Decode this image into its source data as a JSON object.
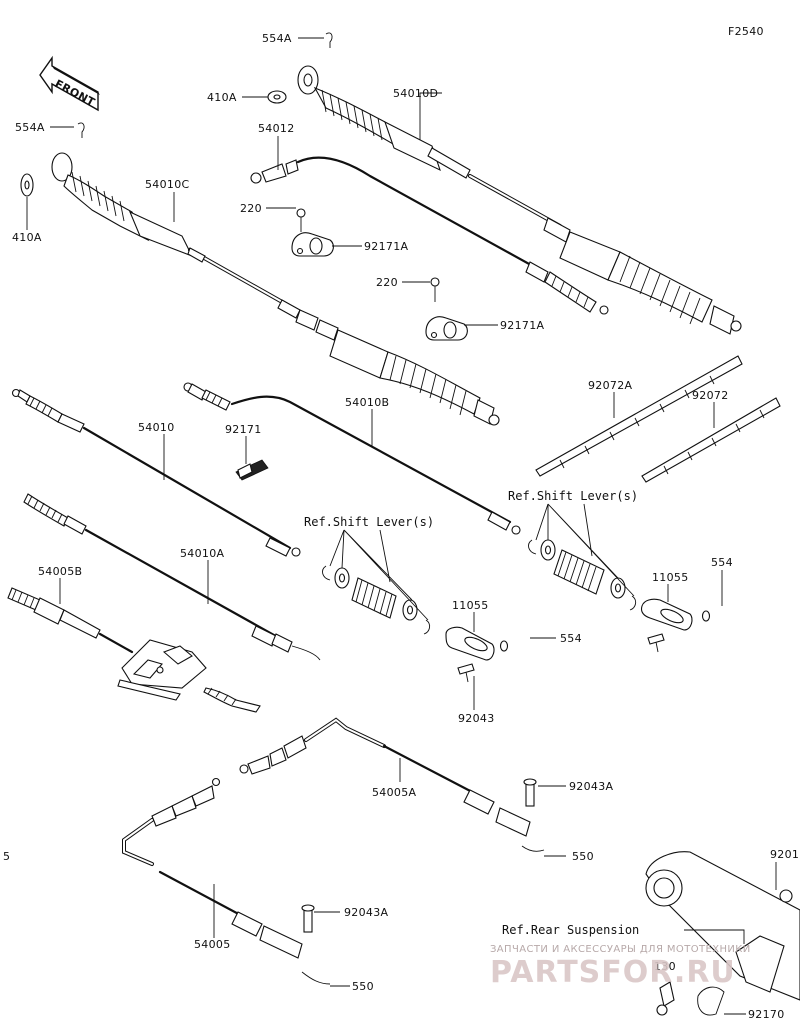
{
  "figure_code": "F2540",
  "front_label": "FRONT",
  "edge_number": "5",
  "watermark": {
    "line1": "ЗАПЧАСТИ И АКСЕССУАРЫ ДЛЯ МОТОТЕХНИКИ",
    "line2": "PARTSFOR.RU"
  },
  "references": {
    "shift_lever_right": "Ref.Shift Lever(s)",
    "shift_lever_left": "Ref.Shift Lever(s)",
    "rear_suspension": "Ref.Rear Suspension"
  },
  "callouts": {
    "c554A_top": "554A",
    "c410A_top": "410A",
    "c54010D": "54010D",
    "c54012": "54012",
    "c554A_left": "554A",
    "c410A_left": "410A",
    "c54010C": "54010C",
    "c220_a": "220",
    "c92171A_a": "92171A",
    "c220_b": "220",
    "c92171A_b": "92171A",
    "c92072A": "92072A",
    "c92072": "92072",
    "c54010": "54010",
    "c92171": "92171",
    "c54010B": "54010B",
    "c54010A": "54010A",
    "c54005B": "54005B",
    "c11055_left": "11055",
    "c554_left": "554",
    "c92043": "92043",
    "c11055_right": "11055",
    "c554_right": "554",
    "c54005A": "54005A",
    "c92043A_a": "92043A",
    "c550_a": "550",
    "c54005": "54005",
    "c92043A_b": "92043A",
    "c550_b": "550",
    "c9201": "9201",
    "c130": "130",
    "c92170": "92170"
  }
}
